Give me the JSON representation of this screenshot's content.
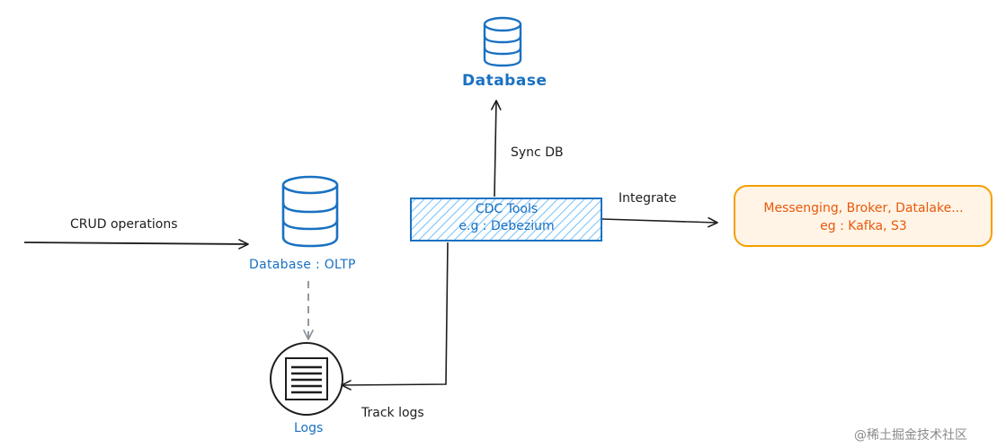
{
  "nodes": {
    "database_top": {
      "label": "Database"
    },
    "database_oltp": {
      "label": "Database : OLTP"
    },
    "logs": {
      "label": "Logs"
    },
    "cdc_tools": {
      "line1": "CDC Tools",
      "line2": "e.g : Debezium"
    },
    "destinations": {
      "line1": "Messenging, Broker, Datalake...",
      "line2": "eg : Kafka, S3"
    }
  },
  "edges": {
    "crud": {
      "label": "CRUD operations"
    },
    "sync": {
      "label": "Sync DB"
    },
    "integrate": {
      "label": "Integrate"
    },
    "track": {
      "label": "Track logs"
    }
  },
  "watermark": "@稀土掘金技术社区",
  "colors": {
    "db_stroke": "#1971c2",
    "db_fill": "#ffffff",
    "cdc_stroke": "#1971c2",
    "cdc_hatch": "#74c0fc",
    "dest_stroke": "#f59f00",
    "dest_fill": "#fff4e6",
    "arrow": "#1e1e1e",
    "dashed_arrow": "#868e96"
  }
}
